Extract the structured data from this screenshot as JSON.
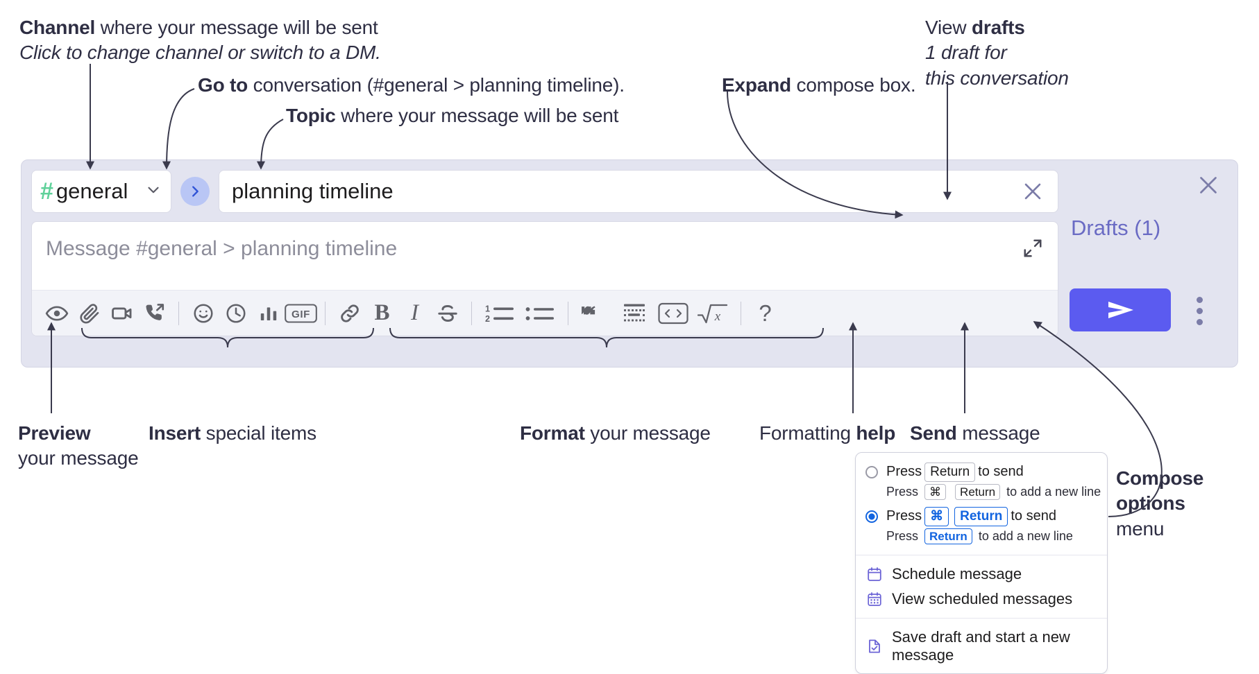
{
  "annotations": {
    "channel": {
      "bold": "Channel",
      "rest": " where your message will be sent",
      "italic": "Click to change channel or switch to a DM."
    },
    "goto": {
      "bold": "Go to",
      "rest": " conversation (#general > planning timeline)."
    },
    "topic": {
      "bold": "Topic",
      "rest": " where your message will be sent"
    },
    "expand": {
      "bold": "Expand",
      "rest": " compose box."
    },
    "drafts": {
      "bold_lead": "View ",
      "bold": "drafts",
      "italic1": "1 draft for",
      "italic2": "this conversation"
    },
    "preview": {
      "bold": "Preview",
      "rest": "your message"
    },
    "insert": {
      "bold": "Insert",
      "rest": " special items"
    },
    "format": {
      "bold": "Format",
      "rest": " your message"
    },
    "help": {
      "lead": "Formatting ",
      "bold": "help"
    },
    "send": {
      "bold": "Send",
      "rest": " message"
    },
    "compose_options": {
      "bold1": "Compose",
      "bold2": "options",
      "rest": "menu"
    }
  },
  "compose": {
    "channel_name": "general",
    "channel_hash": "#",
    "goto_icon": "chevron-right-icon",
    "topic_value": "planning timeline",
    "topic_clear_icon": "close-icon",
    "message_placeholder": "Message #general > planning timeline",
    "expand_icon": "expand-icon",
    "close_icon": "close-icon",
    "drafts_label": "Drafts (1)",
    "send_icon": "send-icon",
    "kebab_icon": "more-options-icon",
    "toolbar": [
      {
        "name": "preview-icon",
        "label": "Preview"
      },
      {
        "name": "attachment-icon",
        "label": "Attach file"
      },
      {
        "name": "video-icon",
        "label": "Video clip"
      },
      {
        "name": "audio-call-icon",
        "label": "Audio clip"
      },
      {
        "type": "separator"
      },
      {
        "name": "emoji-icon",
        "label": "Emoji"
      },
      {
        "name": "clock-icon",
        "label": "Reminder"
      },
      {
        "name": "poll-icon",
        "label": "Poll"
      },
      {
        "name": "gif-icon",
        "label": "GIF"
      },
      {
        "type": "separator"
      },
      {
        "name": "link-icon",
        "label": "Link"
      },
      {
        "name": "bold-icon",
        "label": "B"
      },
      {
        "name": "italic-icon",
        "label": "I"
      },
      {
        "name": "strikethrough-icon",
        "label": "Strikethrough"
      },
      {
        "type": "separator"
      },
      {
        "name": "ordered-list-icon",
        "label": "Ordered list"
      },
      {
        "name": "bulleted-list-icon",
        "label": "Bulleted list"
      },
      {
        "type": "separator"
      },
      {
        "name": "blockquote-icon",
        "label": "Blockquote"
      },
      {
        "name": "code-block-icon",
        "label": "Code block"
      },
      {
        "name": "code-icon",
        "label": "Code"
      },
      {
        "name": "math-icon",
        "label": "Math"
      },
      {
        "type": "separator"
      },
      {
        "name": "help-icon",
        "label": "?"
      }
    ],
    "gif_label": "GIF",
    "bold_label": "B",
    "italic_label": "I",
    "help_label": "?",
    "ordered_one": "1",
    "ordered_two": "2"
  },
  "menu": {
    "options": [
      {
        "selected": false,
        "line_pre": "Press",
        "keys": [
          "Return"
        ],
        "line_post": "to send",
        "sub_pre": "Press",
        "sub_keys": [
          "⌘",
          "Return"
        ],
        "sub_post": "to add a new line"
      },
      {
        "selected": true,
        "line_pre": "Press",
        "keys": [
          "⌘",
          "Return"
        ],
        "line_post": "to send",
        "sub_pre": "Press",
        "sub_keys": [
          "Return"
        ],
        "sub_post": "to add a new line"
      }
    ],
    "items": [
      {
        "icon": "calendar-icon",
        "label": "Schedule message"
      },
      {
        "icon": "calendar-grid-icon",
        "label": "View scheduled messages"
      },
      {
        "icon": "save-draft-icon",
        "label": "Save draft and start a new message"
      }
    ]
  },
  "colors": {
    "accent_send": "#5b5bf0",
    "hash_green": "#5fd19a",
    "drafts_purple": "#6a6bc4",
    "panel_bg": "#e3e4f0",
    "goto_circle": "#b9c6f5",
    "key_blue": "#1264e0",
    "menu_icon_purple": "#6b63d6"
  }
}
